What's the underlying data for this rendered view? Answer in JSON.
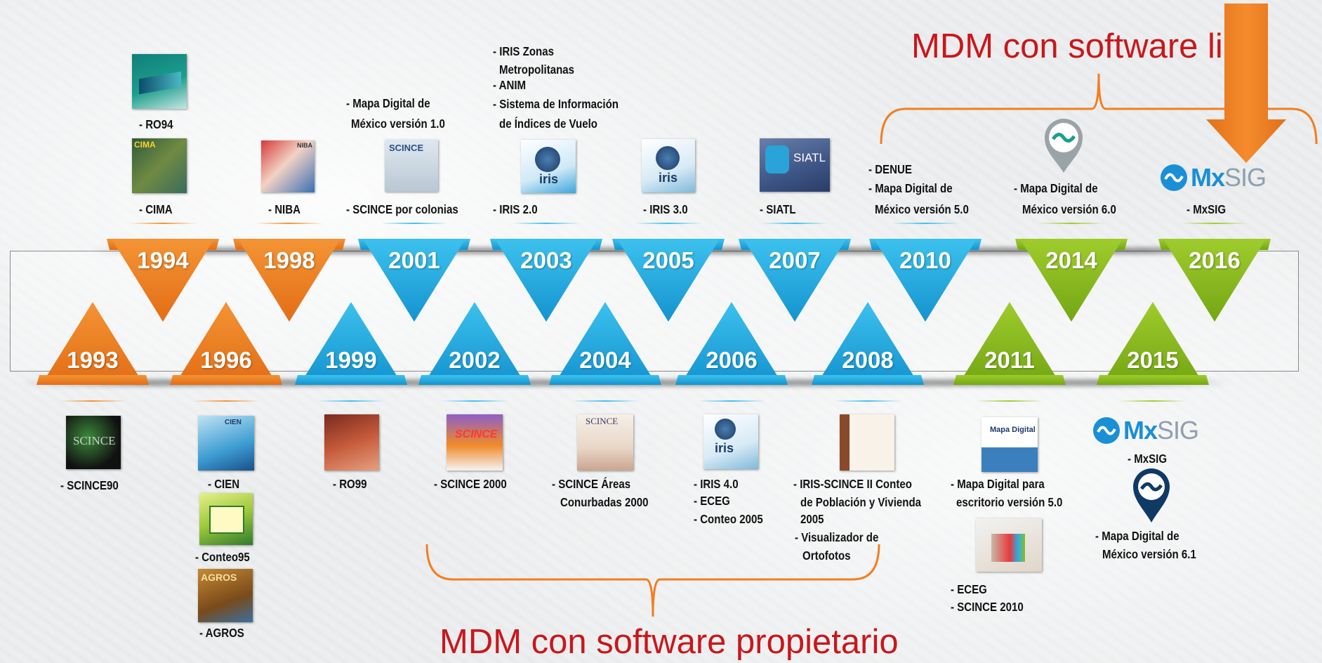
{
  "headings": {
    "free": "MDM con software lib",
    "proprietary": "MDM con software propietario"
  },
  "colors": {
    "orange": "#f07f22",
    "blue": "#1ea6dc",
    "green": "#8cbd1f",
    "heading": "#c8171c"
  },
  "top_years": [
    {
      "year": "1994",
      "color": "orange"
    },
    {
      "year": "1998",
      "color": "orange"
    },
    {
      "year": "2001",
      "color": "blue"
    },
    {
      "year": "2003",
      "color": "blue"
    },
    {
      "year": "2005",
      "color": "blue"
    },
    {
      "year": "2007",
      "color": "blue"
    },
    {
      "year": "2010",
      "color": "blue"
    },
    {
      "year": "2014",
      "color": "green"
    },
    {
      "year": "2016",
      "color": "green"
    }
  ],
  "bottom_years": [
    {
      "year": "1993",
      "color": "orange"
    },
    {
      "year": "1996",
      "color": "orange"
    },
    {
      "year": "1999",
      "color": "blue"
    },
    {
      "year": "2002",
      "color": "blue"
    },
    {
      "year": "2004",
      "color": "blue"
    },
    {
      "year": "2006",
      "color": "blue"
    },
    {
      "year": "2008",
      "color": "blue"
    },
    {
      "year": "2011",
      "color": "green"
    },
    {
      "year": "2015",
      "color": "green"
    }
  ],
  "labels": {
    "ro94": "- RO94",
    "cima": "- CIMA",
    "niba": "- NIBA",
    "mdm1_a": "- Mapa Digital de",
    "mdm1_b": "México versión 1.0",
    "scince_colonias": "- SCINCE por colonias",
    "iris_zonas_a": "- IRIS Zonas",
    "iris_zonas_b": "Metropolitanas",
    "anim": "- ANIM",
    "siv_a": "- Sistema de Información",
    "siv_b": "de Índices de Vuelo",
    "iris2": "- IRIS 2.0",
    "iris3": "- IRIS 3.0",
    "siatl": "- SIATL",
    "denue": "- DENUE",
    "mdm5_a": "- Mapa Digital de",
    "mdm5_b": "México versión 5.0",
    "mdm6_a": "- Mapa Digital de",
    "mdm6_b": "México versión 6.0",
    "mxsig_top": "- MxSIG",
    "scince90": "- SCINCE90",
    "cien": "- CIEN",
    "conteo95": "- Conteo95",
    "agros": "- AGROS",
    "ro99": "- RO99",
    "scince2000": "- SCINCE 2000",
    "scince_areas_a": "- SCINCE Áreas",
    "scince_areas_b": "Conurbadas 2000",
    "iris4": "- IRIS 4.0",
    "eceg": "- ECEG",
    "conteo2005": "- Conteo 2005",
    "iris_scince_a": "- IRIS-SCINCE II Conteo",
    "iris_scince_b": "de Población y Vivienda",
    "iris_scince_c": "2005",
    "orto_a": "- Visualizador de",
    "orto_b": "Ortofotos",
    "mde5_a": "- Mapa Digital para",
    "mde5_b": "escritorio versión 5.0",
    "mxsig_bottom": "- MxSIG",
    "mdm61_a": "- Mapa Digital de",
    "mdm61_b": "México versión 6.1",
    "eceg2010": "- ECEG",
    "scince2010": "- SCINCE 2010"
  },
  "logos": {
    "mx": "Mx",
    "sig": "SIG",
    "siatl": "SIATL",
    "iris": "iris",
    "scince": "SCINCE",
    "cima": "CIMA",
    "niba": "NIBA",
    "cien": "CIEN",
    "agros": "AGROS",
    "mapa_digital": "Mapa Digital"
  },
  "icons": [
    "arrow-down-icon",
    "map-pin-icon",
    "mxsig-logo-icon"
  ]
}
